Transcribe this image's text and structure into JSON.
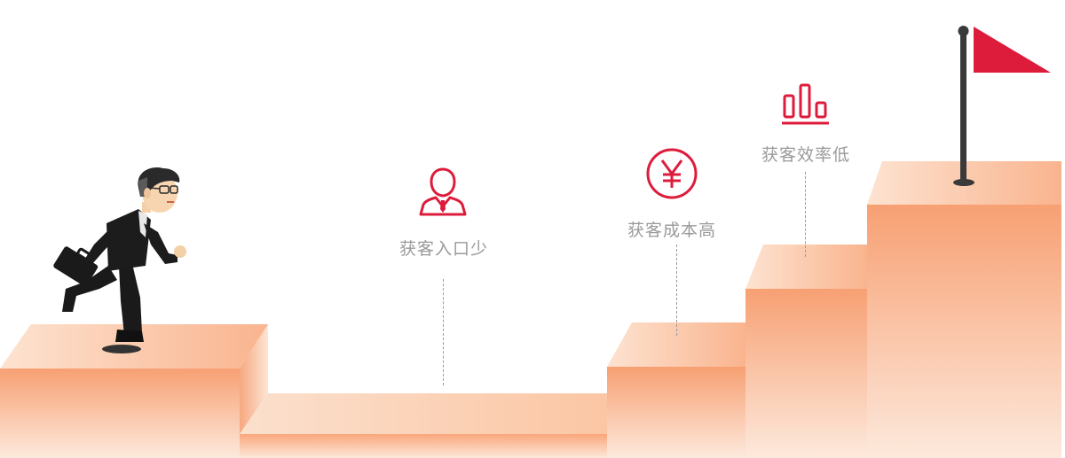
{
  "steps": [
    {
      "label": "获客入口少",
      "icon": "person-icon"
    },
    {
      "label": "获客成本高",
      "icon": "yen-icon"
    },
    {
      "label": "获客效率低",
      "icon": "bar-chart-icon"
    }
  ],
  "colors": {
    "accent": "#dd1c3c",
    "stair_top": "#fce0cb",
    "stair_front": "#f7a37a",
    "label": "#9a9a9a"
  },
  "figures": {
    "person": "businessman-running-icon",
    "goal": "red-flag-icon"
  }
}
